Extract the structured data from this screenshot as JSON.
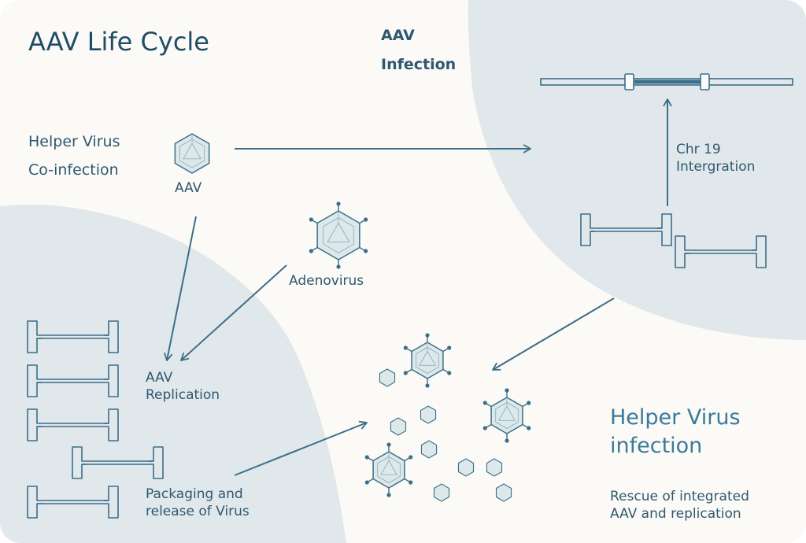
{
  "title": "AAV Life Cycle",
  "labels": {
    "infection": [
      "AAV",
      "Infection"
    ],
    "helper_coinfection": [
      "Helper Virus",
      "Co-infection"
    ],
    "aav_particle": "AAV",
    "adenovirus": "Adenovirus",
    "chr19": [
      "Chr 19",
      "Intergration"
    ],
    "replication": [
      "AAV",
      "Replication"
    ],
    "packaging": [
      "Packaging and",
      "release of Virus"
    ],
    "helper_infection": [
      "Helper Virus",
      "infection"
    ],
    "rescue": [
      "Rescue of integrated",
      "AAV and replication"
    ]
  },
  "colors": {
    "background": "#fbfaf6",
    "region": "#e1e8ec",
    "stroke": "#3c6e89",
    "capsid_fill": "#dde8ea",
    "title": "#1f4d66",
    "accent": "#3a7a9a"
  }
}
